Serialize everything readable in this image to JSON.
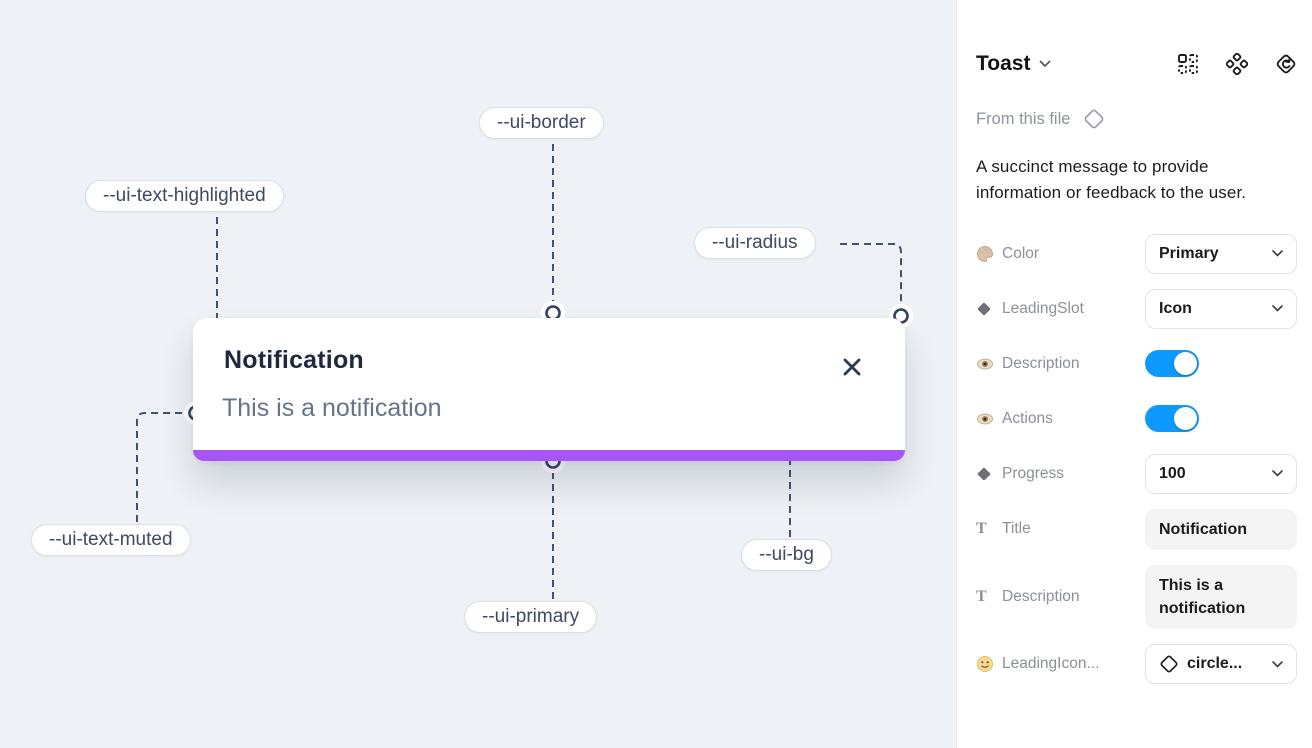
{
  "canvas": {
    "toast": {
      "title": "Notification",
      "description": "This is a notification"
    },
    "annotations": [
      {
        "id": "border",
        "label": "--ui-border"
      },
      {
        "id": "text-highlighted",
        "label": "--ui-text-highlighted"
      },
      {
        "id": "radius",
        "label": "--ui-radius"
      },
      {
        "id": "text-muted",
        "label": "--ui-text-muted"
      },
      {
        "id": "primary",
        "label": "--ui-primary"
      },
      {
        "id": "bg",
        "label": "--ui-bg"
      }
    ]
  },
  "panel": {
    "header": {
      "title": "Toast",
      "icons": [
        "component-properties-icon",
        "component-icon",
        "detach-instance-icon"
      ]
    },
    "source": {
      "text": "From this file",
      "icon": "diamond-outline-icon"
    },
    "description": "A succinct message to provide information or feedback to the user.",
    "properties": [
      {
        "icon": "palette-icon",
        "label": "Color",
        "control": "select",
        "value": "Primary"
      },
      {
        "icon": "diamond-icon",
        "label": "LeadingSlot",
        "control": "select",
        "value": "Icon"
      },
      {
        "icon": "eye-icon",
        "label": "Description",
        "control": "toggle",
        "value": "on"
      },
      {
        "icon": "eye-icon",
        "label": "Actions",
        "control": "toggle",
        "value": "on"
      },
      {
        "icon": "diamond-icon",
        "label": "Progress",
        "control": "select",
        "value": "100"
      },
      {
        "icon": "text-icon",
        "label": "Title",
        "control": "text",
        "value": "Notification"
      },
      {
        "icon": "text-icon",
        "label": "Description",
        "control": "text",
        "value": "This is a notification"
      },
      {
        "icon": "smiley-icon",
        "label": "LeadingIcon...",
        "control": "select",
        "value": "circle..."
      }
    ]
  },
  "colors": {
    "canvas_bg": "#eef1f5",
    "toast_primary_bar": "#a855f7",
    "toggle_on": "#0d99ff",
    "wire": "#42526e"
  }
}
